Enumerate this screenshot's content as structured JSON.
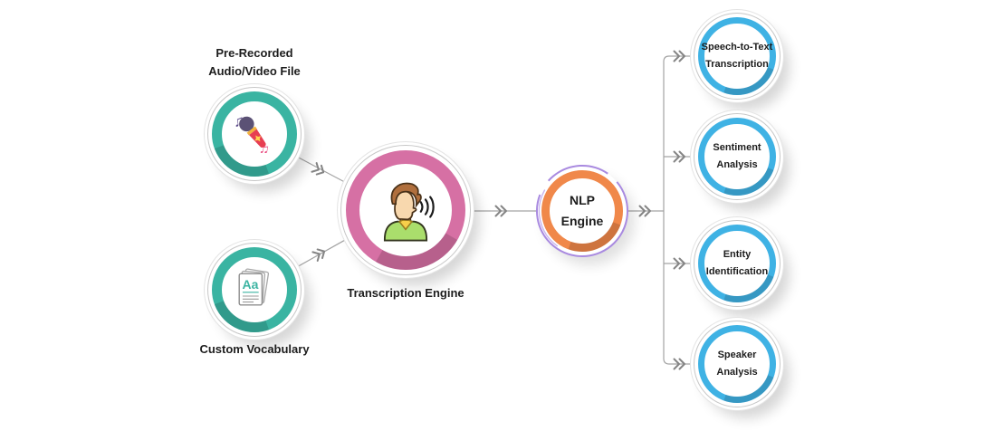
{
  "diagram": {
    "nodes": {
      "pre_recorded": {
        "line1": "Pre-Recorded",
        "line2": "Audio/Video File"
      },
      "custom_vocabulary": {
        "label": "Custom Vocabulary"
      },
      "transcription_engine": {
        "label": "Transcription Engine"
      },
      "nlp_engine": {
        "line1": "NLP",
        "line2": "Engine"
      },
      "outputs": [
        {
          "line1": "Speech-to-Text",
          "line2": "Transcription"
        },
        {
          "line1": "Sentiment",
          "line2": "Analysis"
        },
        {
          "line1": "Entity",
          "line2": "Identification"
        },
        {
          "line1": "Speaker",
          "line2": "Analysis"
        }
      ]
    },
    "icons": {
      "music_note_upper": "♫",
      "music_note_lower": "♫",
      "vocab_text": "Aa"
    },
    "colors": {
      "teal": "#3ab4a2",
      "pink": "#d670a4",
      "orange": "#f0884a",
      "purple": "#a98ae0",
      "blue": "#3fb2e4",
      "connector_gray": "#a3a3a3",
      "text": "#1d1d1d"
    }
  }
}
